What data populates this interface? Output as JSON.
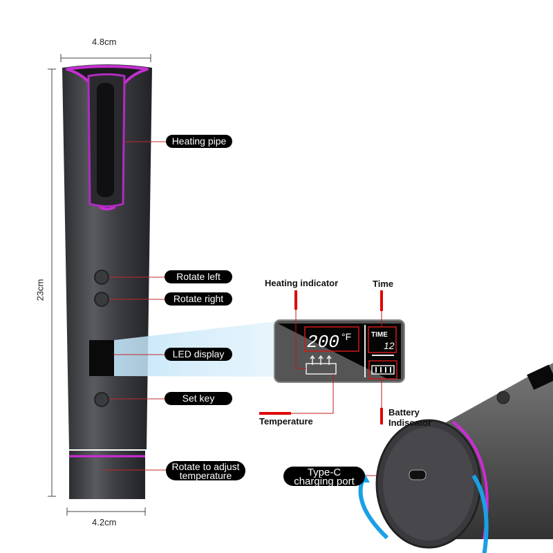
{
  "dimensions": {
    "top_width": "4.8cm",
    "height": "23cm",
    "bottom_width": "4.2cm"
  },
  "callouts": {
    "heating_pipe": "Heating pipe",
    "rotate_left": "Rotate left",
    "rotate_right": "Rotate right",
    "led_display": "LED display",
    "set_key": "Set key",
    "rotate_adjust_line1": "Rotate to adjust",
    "rotate_adjust_line2": "temperature",
    "type_c_line1": "Type-C",
    "type_c_line2": "charging port"
  },
  "display": {
    "temperature_value": "200",
    "temperature_unit": "°F",
    "time_label": "TIME",
    "time_value": "12",
    "labels": {
      "heating_indicator": "Heating indicator",
      "time": "Time",
      "temperature": "Temperature",
      "battery_line1": "Battery",
      "battery_line2": "Indiscator"
    }
  },
  "colors": {
    "accent_pink": "#d02ad8",
    "leader_red": "#e00000",
    "arrow_blue": "#1aa0e6",
    "body_gray": "#4a4b50"
  }
}
